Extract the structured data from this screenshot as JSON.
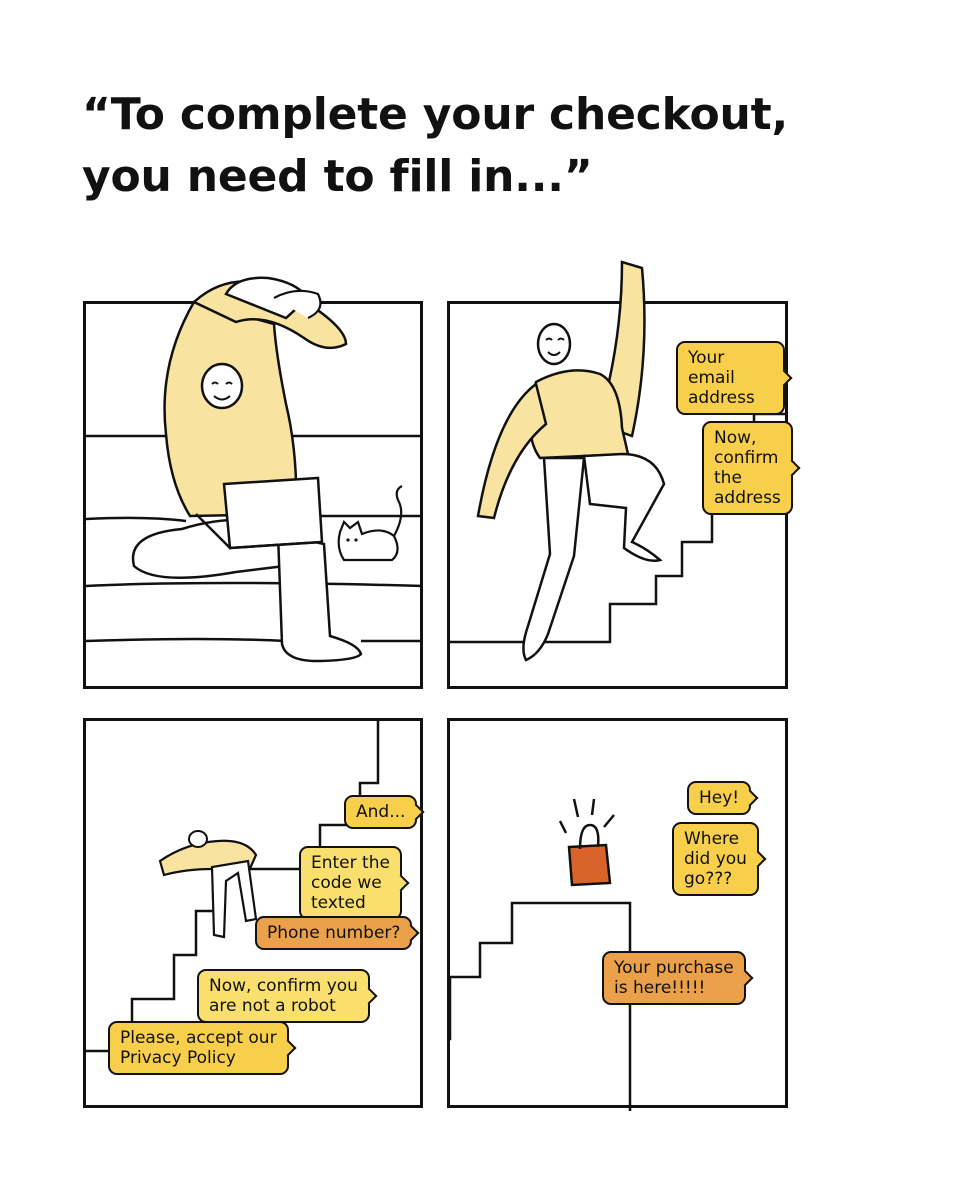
{
  "title": {
    "line1": "“To complete your checkout,",
    "line2": "you need to fill in...”"
  },
  "panels": [
    {
      "bubbles": []
    },
    {
      "bubbles": [
        "Your email\naddress",
        "Now, confirm\nthe address"
      ]
    },
    {
      "bubbles": [
        "And...",
        "Enter the\ncode we\ntexted",
        "Phone number?",
        "Now, confirm you\nare not a robot",
        "Please, accept our\nPrivacy Policy"
      ]
    },
    {
      "bubbles": [
        "Hey!",
        "Where\ndid you\ngo???",
        "Your purchase\nis here!!!!!"
      ]
    }
  ],
  "colors": {
    "bubble_yellow": "#f7cf4b",
    "bubble_light_yellow": "#f9df6d",
    "bubble_orange": "#eba04a",
    "sweater": "#f8e3a1",
    "bag": "#d9632b",
    "ink": "#111111"
  },
  "icons": [
    "shopping-bag-icon",
    "cat-icon",
    "laptop-icon"
  ]
}
